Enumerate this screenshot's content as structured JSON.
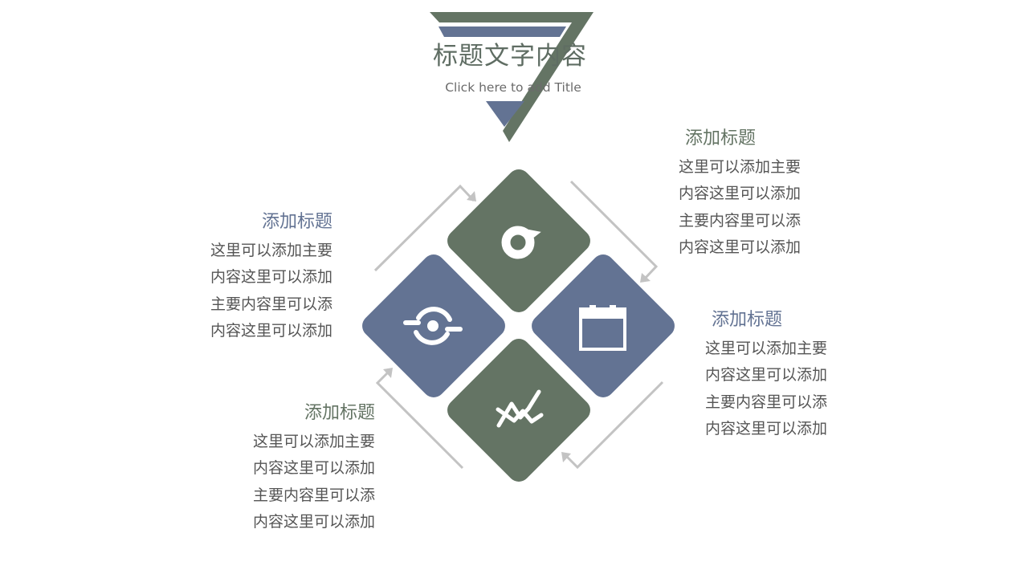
{
  "header": {
    "title": "标题文字内容",
    "subtitle": "Click here to add Title"
  },
  "colors": {
    "green": "#647464",
    "blue": "#637393",
    "arrow": "#c3c3c3",
    "text": "#555555"
  },
  "blocks": {
    "top_right": {
      "title": "添加标题",
      "lines": [
        "这里可以添加主要",
        "内容这里可以添加",
        "主要内容里可以添",
        "内容这里可以添加"
      ]
    },
    "left": {
      "title": "添加标题",
      "lines": [
        "这里可以添加主要",
        "内容这里可以添加",
        "主要内容里可以添",
        "内容这里可以添加"
      ]
    },
    "right": {
      "title": "添加标题",
      "lines": [
        "这里可以添加主要",
        "内容这里可以添加",
        "主要内容里可以添",
        "内容这里可以添加"
      ]
    },
    "bottom_left": {
      "title": "添加标题",
      "lines": [
        "这里可以添加主要",
        "内容这里可以添加",
        "主要内容里可以添",
        "内容这里可以添加"
      ]
    }
  },
  "tiles": [
    {
      "position": "top",
      "color": "green",
      "icon": "music-note-icon"
    },
    {
      "position": "left",
      "color": "blue",
      "icon": "sync-circle-icon"
    },
    {
      "position": "right",
      "color": "blue",
      "icon": "calendar-icon"
    },
    {
      "position": "bottom",
      "color": "green",
      "icon": "trend-chart-icon"
    }
  ]
}
